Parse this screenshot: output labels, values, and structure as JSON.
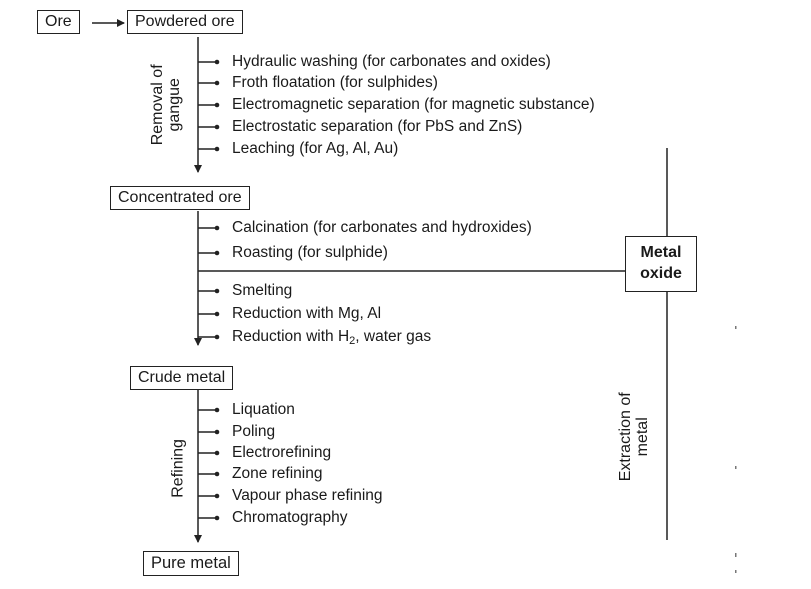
{
  "boxes": {
    "ore": "Ore",
    "powdered_ore": "Powdered ore",
    "concentrated_ore": "Concentrated ore",
    "crude_metal": "Crude metal",
    "pure_metal": "Pure metal",
    "metal_oxide_line1": "Metal",
    "metal_oxide_line2": "oxide"
  },
  "stage1": {
    "label_line1": "Removal of",
    "label_line2": "gangue",
    "steps": [
      "Hydraulic washing (for carbonates and oxides)",
      "Froth floatation (for sulphides)",
      "Electromagnetic separation (for magnetic substance)",
      "Electrostatic separation (for PbS and ZnS)",
      "Leaching (for Ag, Al, Au)"
    ]
  },
  "stage2": {
    "steps_a": [
      "Calcination (for carbonates and hydroxides)",
      "Roasting (for sulphide)"
    ],
    "steps_b": [
      "Smelting",
      "Reduction with Mg, Al"
    ],
    "h2_step_pre": "Reduction with H",
    "h2_step_sub": "2",
    "h2_step_post": ", water gas"
  },
  "stage3": {
    "label": "Refining",
    "steps": [
      "Liquation",
      "Poling",
      "Electrorefining",
      "Zone refining",
      "Vapour phase refining",
      "Chromatography"
    ]
  },
  "extraction": {
    "label_line1": "Extraction of",
    "label_line2": "metal"
  }
}
